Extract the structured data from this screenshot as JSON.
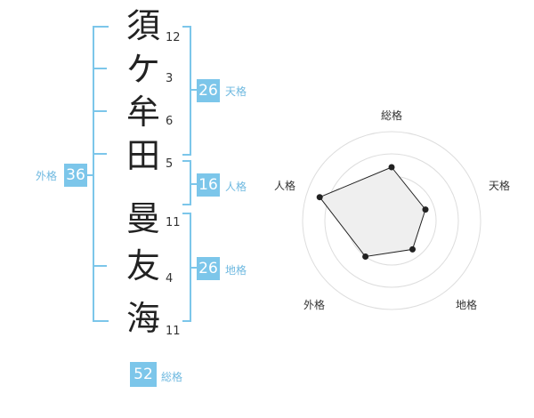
{
  "name": {
    "characters": [
      "須",
      "ケ",
      "牟",
      "田",
      "曼",
      "友",
      "海"
    ],
    "strokes": [
      "12",
      "3",
      "6",
      "5",
      "11",
      "4",
      "11"
    ]
  },
  "kaku": {
    "tenkaku": {
      "value": "26",
      "label": "天格"
    },
    "jinkaku": {
      "value": "16",
      "label": "人格"
    },
    "chikaku": {
      "value": "26",
      "label": "地格"
    },
    "gaikaku": {
      "value": "36",
      "label": "外格"
    },
    "soukaku": {
      "value": "52",
      "label": "総格"
    }
  },
  "colors": {
    "accent": "#7cc6ea"
  },
  "radar": {
    "axes": [
      "総格",
      "天格",
      "地格",
      "外格",
      "人格"
    ],
    "values": [
      0.6,
      0.4,
      0.4,
      0.5,
      0.85
    ],
    "rings": 4
  }
}
